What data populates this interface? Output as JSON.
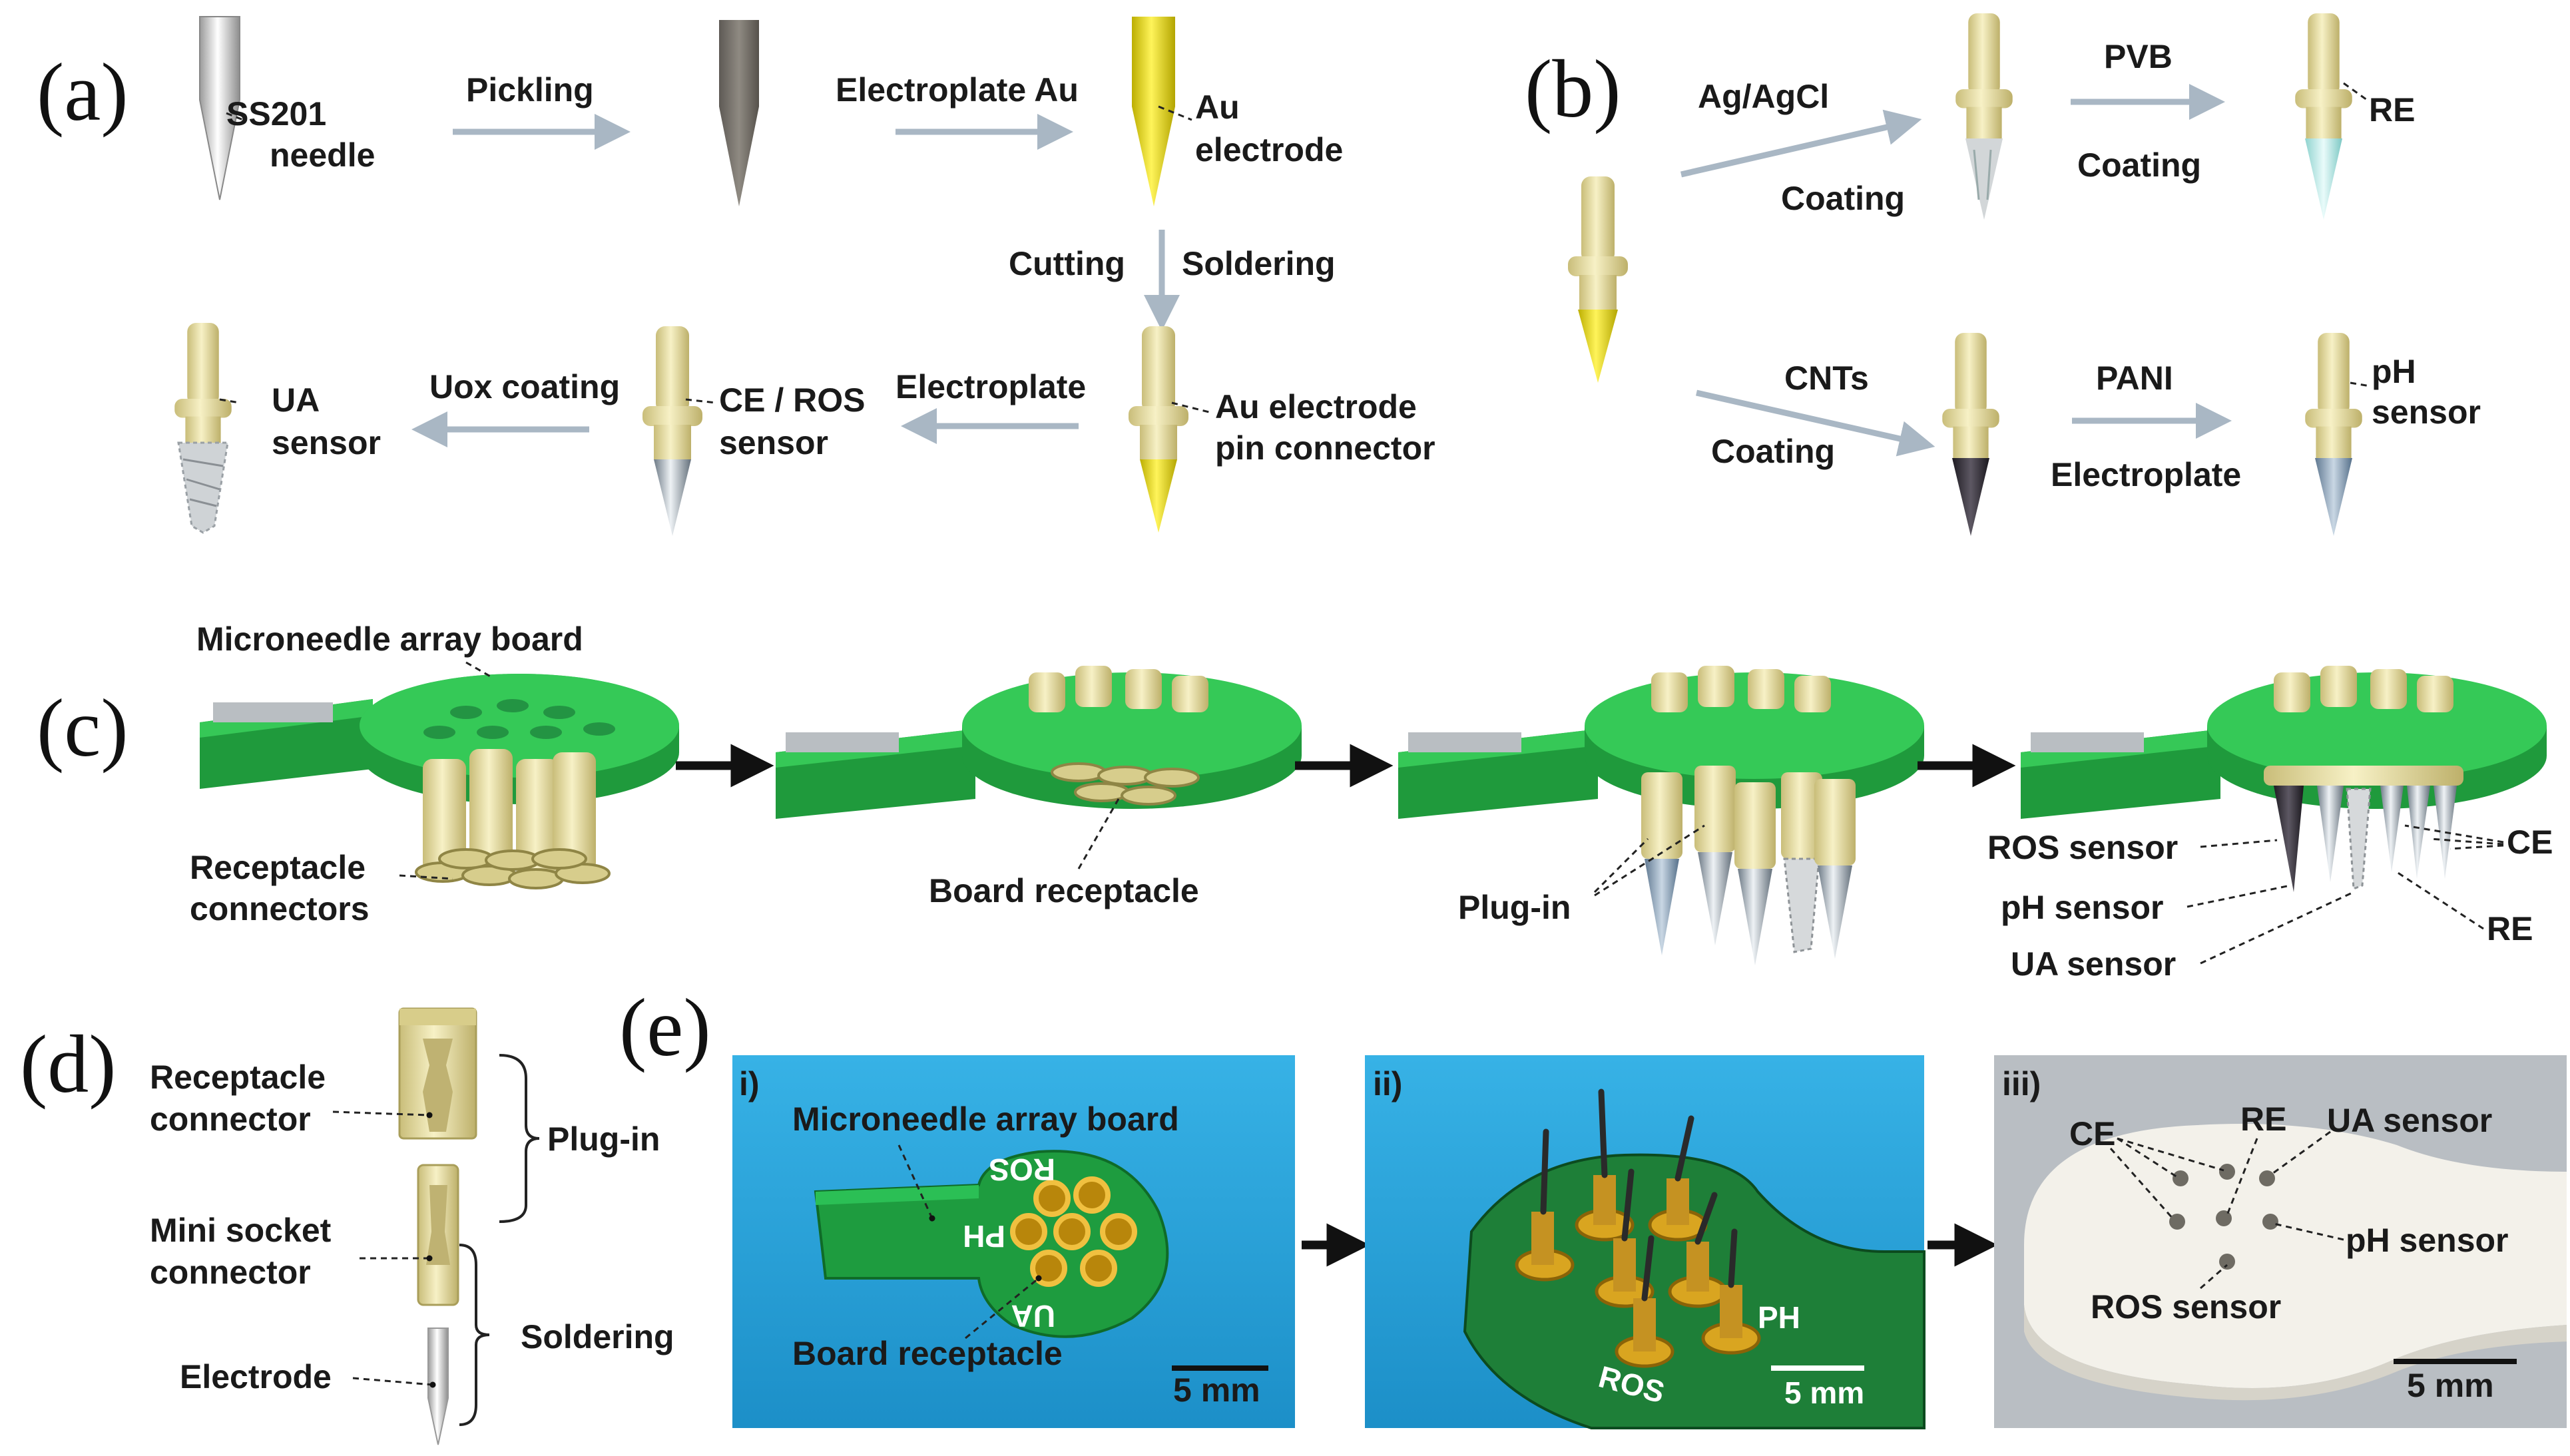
{
  "panels": {
    "a": {
      "letter": "(a)",
      "needle_label_1": "SS201",
      "needle_label_2": "needle",
      "step_pickling": "Pickling",
      "step_electroplate_au": "Electroplate Au",
      "au_label_1": "Au",
      "au_label_2": "electrode",
      "step_cutting": "Cutting",
      "step_soldering": "Soldering",
      "pin_label_1": "Au electrode",
      "pin_label_2": "pin connector",
      "step_electroplate": "Electroplate",
      "ce_label_1": "CE / ROS",
      "ce_label_2": "sensor",
      "step_uox": "Uox coating",
      "ua_label_1": "UA",
      "ua_label_2": "sensor"
    },
    "b": {
      "letter": "(b)",
      "agcl_top": "Ag/AgCl",
      "agcl_bottom": "Coating",
      "pvb_top": "PVB",
      "pvb_bottom": "Coating",
      "re_label": "RE",
      "cnt_top": "CNTs",
      "cnt_bottom": "Coating",
      "pani_top": "PANI",
      "pani_bottom": "Electroplate",
      "ph_label_1": "pH",
      "ph_label_2": "sensor"
    },
    "c": {
      "letter": "(c)",
      "board_label": "Microneedle array board",
      "receptacle_label_1": "Receptacle",
      "receptacle_label_2": "connectors",
      "board_receptacle_label": "Board receptacle",
      "plugin_label": "Plug-in",
      "ros_label": "ROS sensor",
      "ph_label": "pH sensor",
      "ua_label": "UA sensor",
      "ce_label": "CE",
      "re_label": "RE"
    },
    "d": {
      "letter": "(d)",
      "receptacle_1": "Receptacle",
      "receptacle_2": "connector",
      "socket_1": "Mini socket",
      "socket_2": "connector",
      "electrode": "Electrode",
      "plugin": "Plug-in",
      "soldering": "Soldering"
    },
    "e": {
      "letter": "(e)",
      "photo_i": {
        "tag": "i)",
        "board_label": "Microneedle array board",
        "receptacle_label": "Board receptacle",
        "print_ros": "ROS",
        "print_ph": "PH",
        "print_ua": "UA",
        "scale": "5 mm"
      },
      "photo_ii": {
        "tag": "ii)",
        "print_ph": "PH",
        "print_ros": "ROS",
        "scale": "5 mm"
      },
      "photo_iii": {
        "tag": "iii)",
        "ce": "CE",
        "re": "RE",
        "ua": "UA sensor",
        "ph": "pH sensor",
        "ros": "ROS sensor",
        "scale": "5 mm"
      }
    }
  },
  "colors": {
    "arrow_gray": "#a9b7c4",
    "board_green": "#2fbe52",
    "photo_blue": "#29a6dc",
    "gold": "#e8dfa0",
    "yellow_tip": "#e3d400"
  }
}
